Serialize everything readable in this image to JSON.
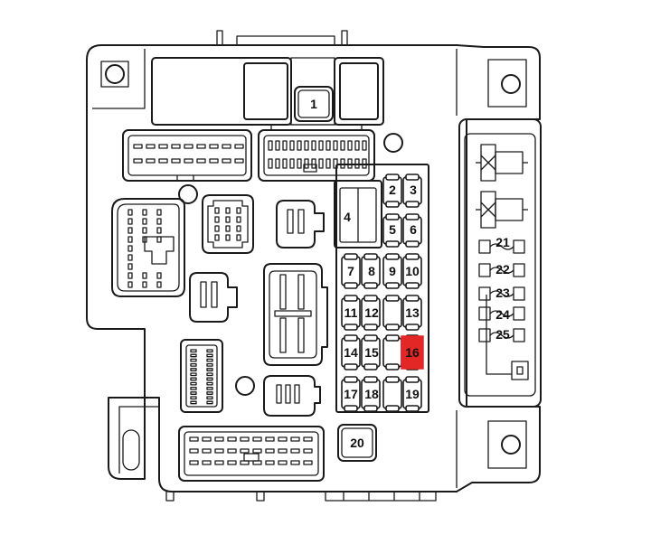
{
  "highlight_color": "#e32626",
  "highlighted_fuse": "16",
  "fuses": [
    {
      "id": "f1",
      "label": "1"
    },
    {
      "id": "f2",
      "label": "2"
    },
    {
      "id": "f3",
      "label": "3"
    },
    {
      "id": "f4",
      "label": "4"
    },
    {
      "id": "f5",
      "label": "5"
    },
    {
      "id": "f6",
      "label": "6"
    },
    {
      "id": "f7",
      "label": "7"
    },
    {
      "id": "f8",
      "label": "8"
    },
    {
      "id": "f9",
      "label": "9"
    },
    {
      "id": "f10",
      "label": "10"
    },
    {
      "id": "f11",
      "label": "11"
    },
    {
      "id": "f12",
      "label": "12"
    },
    {
      "id": "f13",
      "label": "13"
    },
    {
      "id": "f14",
      "label": "14"
    },
    {
      "id": "f15",
      "label": "15"
    },
    {
      "id": "f16",
      "label": "16"
    },
    {
      "id": "f17",
      "label": "17"
    },
    {
      "id": "f18",
      "label": "18"
    },
    {
      "id": "f19",
      "label": "19"
    },
    {
      "id": "f20",
      "label": "20"
    },
    {
      "id": "f21",
      "label": "21"
    },
    {
      "id": "f22",
      "label": "22"
    },
    {
      "id": "f23",
      "label": "23"
    },
    {
      "id": "f24",
      "label": "24"
    },
    {
      "id": "f25",
      "label": "25"
    }
  ]
}
